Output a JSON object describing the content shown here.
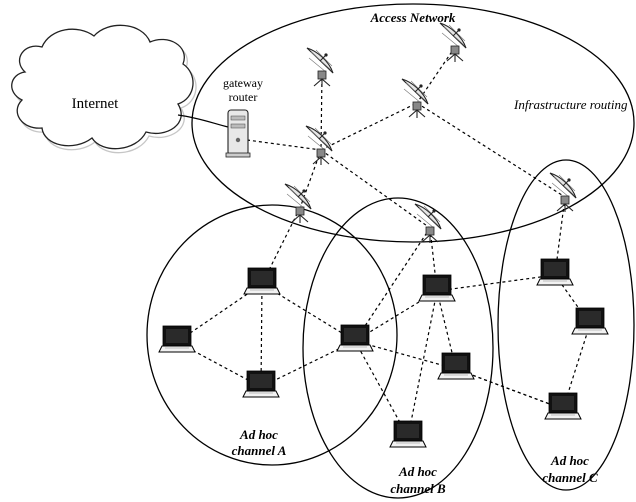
{
  "labels": {
    "access_network": "Access Network",
    "internet": "Internet",
    "gateway_line1": "gateway",
    "gateway_line2": "router",
    "infrastructure_routing": "Infrastructure routing",
    "channel_a_line1": "Ad hoc",
    "channel_a_line2": "channel A",
    "channel_b_line1": "Ad hoc",
    "channel_b_line2": "channel B",
    "channel_c_line1": "Ad hoc",
    "channel_c_line2": "channel C"
  },
  "nodes": {
    "access_points": [
      "ap1",
      "ap2",
      "ap3",
      "ap4",
      "ap5",
      "ap6",
      "ap7"
    ],
    "laptops": [
      "l1",
      "l2",
      "l3",
      "l4",
      "l5",
      "l6",
      "l7",
      "l8",
      "l9",
      "l10",
      "l11"
    ]
  },
  "links": [
    [
      "gateway",
      "ap3"
    ],
    [
      "ap1",
      "ap3"
    ],
    [
      "ap2",
      "ap4"
    ],
    [
      "ap3",
      "ap4"
    ],
    [
      "ap3",
      "ap5"
    ],
    [
      "ap3",
      "ap6"
    ],
    [
      "ap4",
      "ap7"
    ],
    [
      "ap5",
      "l1"
    ],
    [
      "ap6",
      "l5"
    ],
    [
      "ap6",
      "l3"
    ],
    [
      "ap7",
      "l8"
    ],
    [
      "l1",
      "l2"
    ],
    [
      "l1",
      "l4"
    ],
    [
      "l2",
      "l4"
    ],
    [
      "l4",
      "l3"
    ],
    [
      "l1",
      "l3"
    ],
    [
      "l3",
      "l5"
    ],
    [
      "l3",
      "l6"
    ],
    [
      "l5",
      "l6"
    ],
    [
      "l5",
      "l7"
    ],
    [
      "l3",
      "l7"
    ],
    [
      "l6",
      "l9"
    ],
    [
      "l5",
      "l8"
    ],
    [
      "l8",
      "l10"
    ],
    [
      "l10",
      "l11"
    ],
    [
      "l6",
      "l11"
    ]
  ]
}
